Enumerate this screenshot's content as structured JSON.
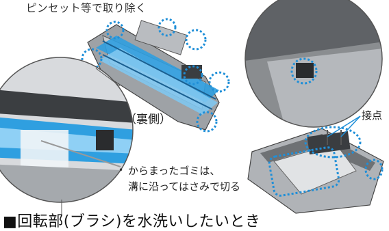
{
  "caption_top": "ピンセット等で取り除く",
  "label_reverse_side": "（裏側）",
  "label_contact": "接点",
  "note": {
    "bullet": "•",
    "line1": "からまったゴミは、",
    "line2": "溝に沿ってはさみで切る"
  },
  "section_heading": "■回転部(ブラシ)を水洗いしたいとき",
  "colors": {
    "brush_blue": "#2f9fe0",
    "marker_blue": "#1f8fd8",
    "body_gray": "#8a8d90",
    "dark_gray": "#3a3d40"
  }
}
